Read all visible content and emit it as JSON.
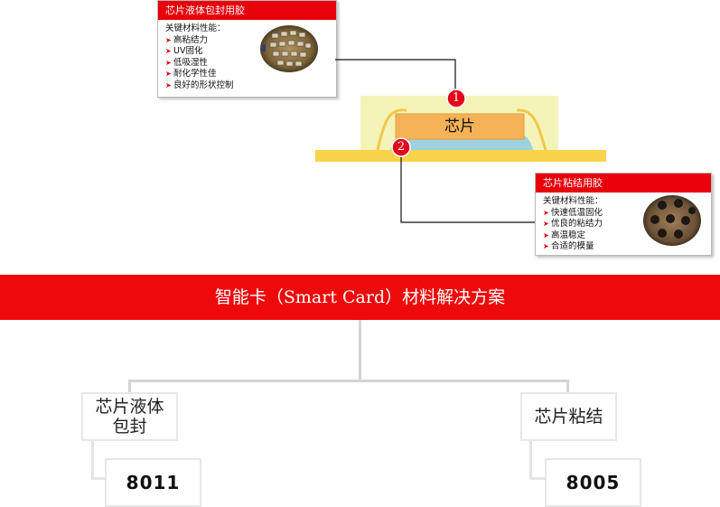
{
  "panel_liquid": {
    "title": "芯片液体包封用胶",
    "subtitle": "关键材料性能：",
    "items": [
      "高粘结力",
      "UV固化",
      "低吸湿性",
      "耐化学性佳",
      "良好的形状控制"
    ]
  },
  "panel_bond": {
    "title": "芯片粘结用胶",
    "subtitle": "关键材料性能：",
    "items": [
      "快速低温固化",
      "优良的粘结力",
      "高温稳定",
      "合适的模量"
    ]
  },
  "diagram": {
    "chip_label": "芯片",
    "marker_1": "1",
    "marker_2": "2"
  },
  "banner": {
    "title": "智能卡（Smart Card）材料解决方案"
  },
  "tree": {
    "left": {
      "label_line1": "芯片液体",
      "label_line2": "包封",
      "code": "8011"
    },
    "right": {
      "label": "芯片粘结",
      "code": "8005"
    }
  },
  "colors": {
    "accent_red": "#e8000b",
    "chip_orange": "#f5b257",
    "substrate_yellow": "#f9d34c"
  }
}
